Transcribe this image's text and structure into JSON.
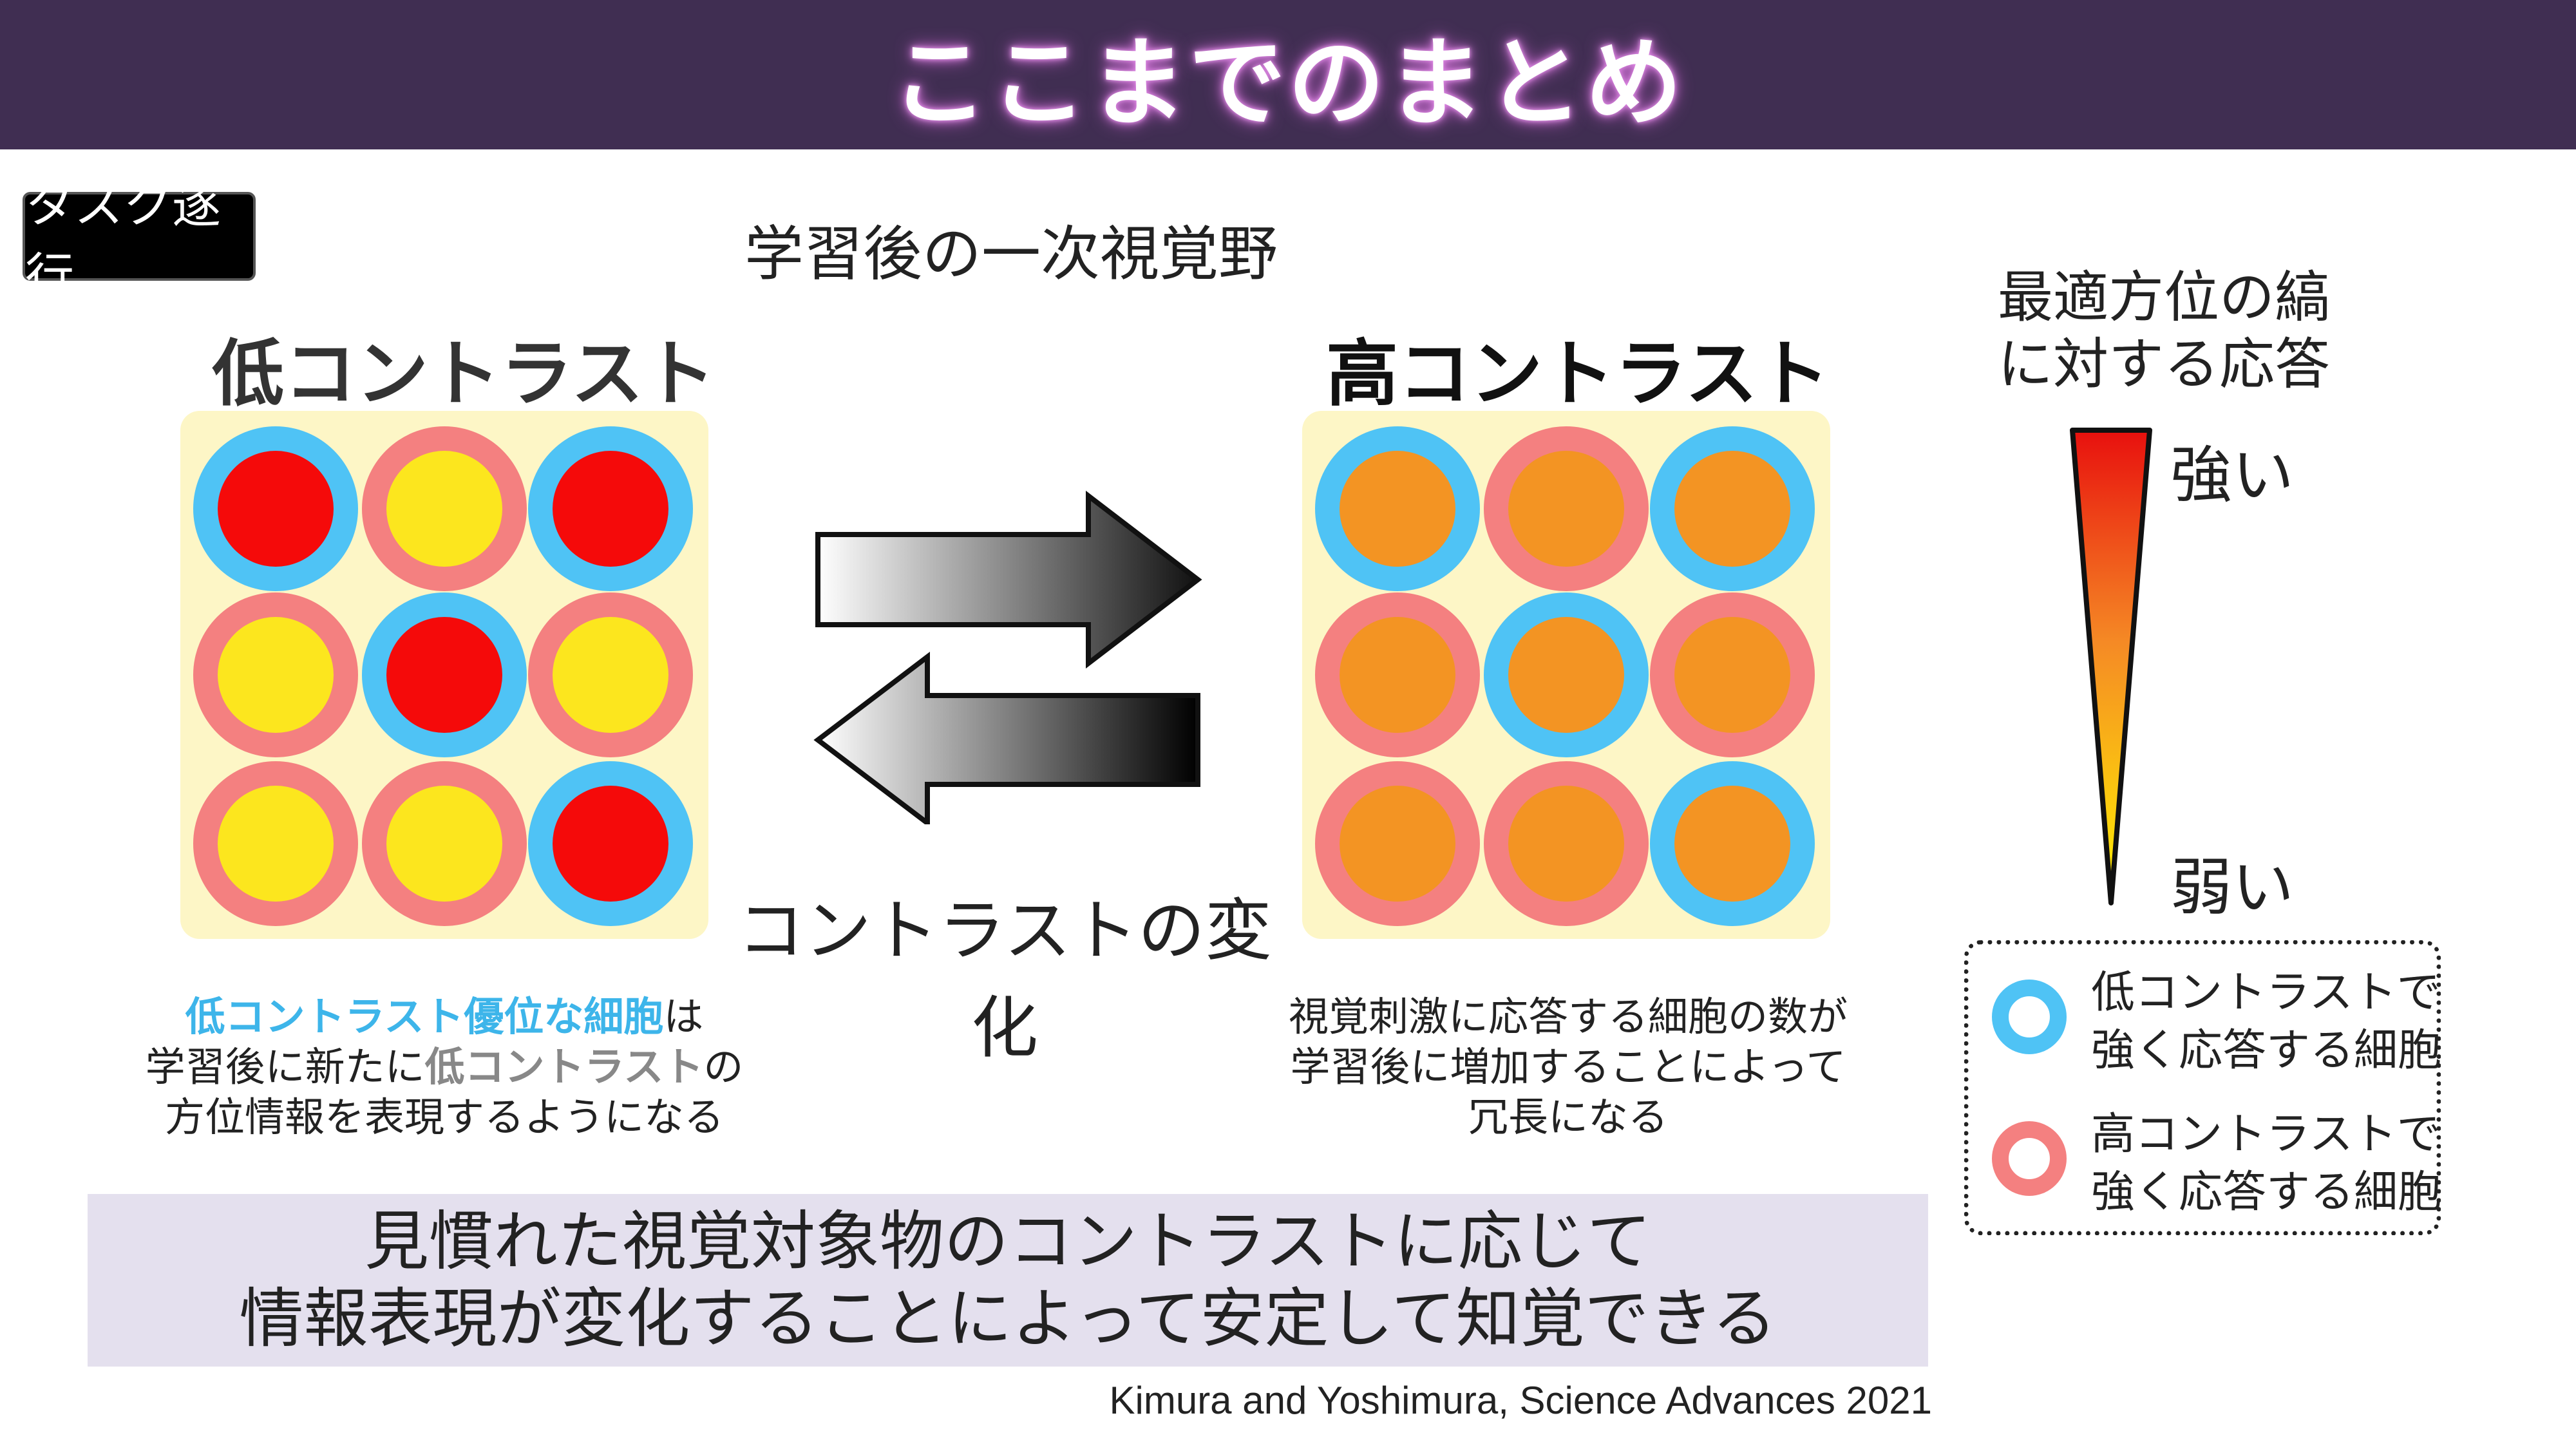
{
  "header": {
    "title": "ここまでのまとめ"
  },
  "task_badge": "タスク遂行",
  "center_title": "学習後の一次視覚野",
  "low_contrast": {
    "title": "低コントラスト",
    "grid": [
      {
        "ring": "blue",
        "fill": "red"
      },
      {
        "ring": "pink",
        "fill": "yellow"
      },
      {
        "ring": "blue",
        "fill": "red"
      },
      {
        "ring": "pink",
        "fill": "yellow"
      },
      {
        "ring": "blue",
        "fill": "red"
      },
      {
        "ring": "pink",
        "fill": "yellow"
      },
      {
        "ring": "pink",
        "fill": "yellow"
      },
      {
        "ring": "pink",
        "fill": "yellow"
      },
      {
        "ring": "blue",
        "fill": "red"
      }
    ],
    "desc": {
      "hl1": "低コントラスト優位な細胞",
      "t1": "は",
      "t2": "学習後に新たに",
      "hl2": "低コントラスト",
      "t3": "の",
      "t4": "方位情報を表現するようになる"
    }
  },
  "high_contrast": {
    "title": "高コントラスト",
    "grid": [
      {
        "ring": "blue",
        "fill": "orange"
      },
      {
        "ring": "pink",
        "fill": "orange"
      },
      {
        "ring": "blue",
        "fill": "orange"
      },
      {
        "ring": "pink",
        "fill": "orange"
      },
      {
        "ring": "blue",
        "fill": "orange"
      },
      {
        "ring": "pink",
        "fill": "orange"
      },
      {
        "ring": "pink",
        "fill": "orange"
      },
      {
        "ring": "pink",
        "fill": "orange"
      },
      {
        "ring": "blue",
        "fill": "orange"
      }
    ],
    "desc": {
      "l1": "視覚刺激に応答する細胞の数が",
      "l2": "学習後に増加することによって",
      "l3": "冗長になる"
    }
  },
  "change_label": "コントラストの変化",
  "colors": {
    "blue": "#4fc3f5",
    "pink": "#f48080",
    "red": "#f50a0a",
    "yellow": "#fce61e",
    "orange": "#f39423",
    "grid_bg": "#fdf6c6",
    "header_bg": "#402e52"
  },
  "legend": {
    "title_line1": "最適方位の縞",
    "title_line2": "に対する応答",
    "strong": "強い",
    "weak": "弱い",
    "key": [
      {
        "color": "blue",
        "line1": "低コントラストで",
        "line2": "強く応答する細胞"
      },
      {
        "color": "pink",
        "line1": "高コントラストで",
        "line2": "強く応答する細胞"
      }
    ]
  },
  "conclusion": {
    "line1": "見慣れた視覚対象物のコントラストに応じて",
    "line2": "情報表現が変化することによって安定して知覚できる"
  },
  "citation": "Kimura and Yoshimura, Science Advances 2021"
}
